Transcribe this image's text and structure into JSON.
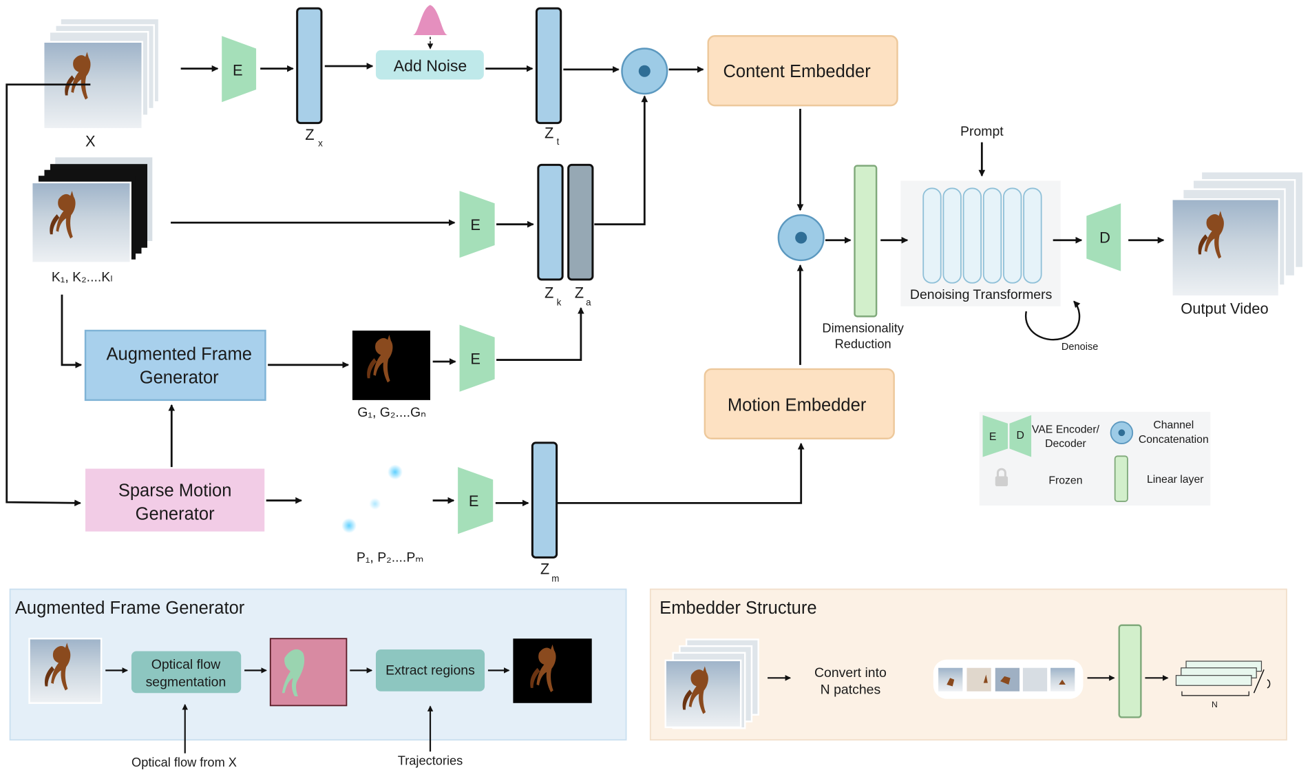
{
  "labels": {
    "x": "X",
    "zx": "Z",
    "zx_sub": "x",
    "zt": "Z",
    "zt_sub": "t",
    "zk": "Z",
    "zk_sub": "k",
    "za": "Z",
    "za_sub": "a",
    "zm": "Z",
    "zm_sub": "m",
    "keyframes": "K₁, K₂....Kₗ",
    "augmented_frames": "G₁, G₂....Gₙ",
    "points": "P₁, P₂....Pₘ",
    "add_noise": "Add Noise",
    "content_embedder": "Content Embedder",
    "motion_embedder": "Motion Embedder",
    "augmented_frame_generator": "Augmented Frame\nGenerator",
    "sparse_motion_generator": "Sparse Motion\nGenerator",
    "prompt": "Prompt",
    "denoising_transformers": "Denoising Transformers",
    "denoise": "Denoise",
    "dimensionality_reduction": "Dimensionality\nReduction",
    "output_video": "Output Video",
    "encoder_letter": "E",
    "decoder_letter": "D"
  },
  "legend": {
    "vae": "VAE Encoder/\nDecoder",
    "channel_concat": "Channel\nConcatenation",
    "frozen": "Frozen",
    "linear_layer": "Linear layer"
  },
  "afg_panel": {
    "title": "Augmented Frame Generator",
    "optical_flow_seg": "Optical flow\nsegmentation",
    "extract_regions": "Extract regions",
    "optical_flow_from_x": "Optical flow from X",
    "trajectories": "Trajectories"
  },
  "embedder_panel": {
    "title": "Embedder Structure",
    "convert": "Convert into\nN patches",
    "n_label": "N"
  },
  "colors": {
    "encoder_green": "#a5dfb9",
    "latent_blue": "#a8cfe8",
    "latent_gray": "#96a8b4",
    "noise_teal": "#bfe9ea",
    "embedder_orange": "#fde1c2",
    "afg_blue": "#a8d0ec",
    "smg_pink": "#f2cce6",
    "concat_blue": "#9dcbe6",
    "linear_green": "#d2efcb",
    "panel_blue_bg": "#e4eff8",
    "panel_orange_bg": "#fcf1e5",
    "seg_teal": "#8dc6c0",
    "noise_pink": "#e58fbe"
  }
}
